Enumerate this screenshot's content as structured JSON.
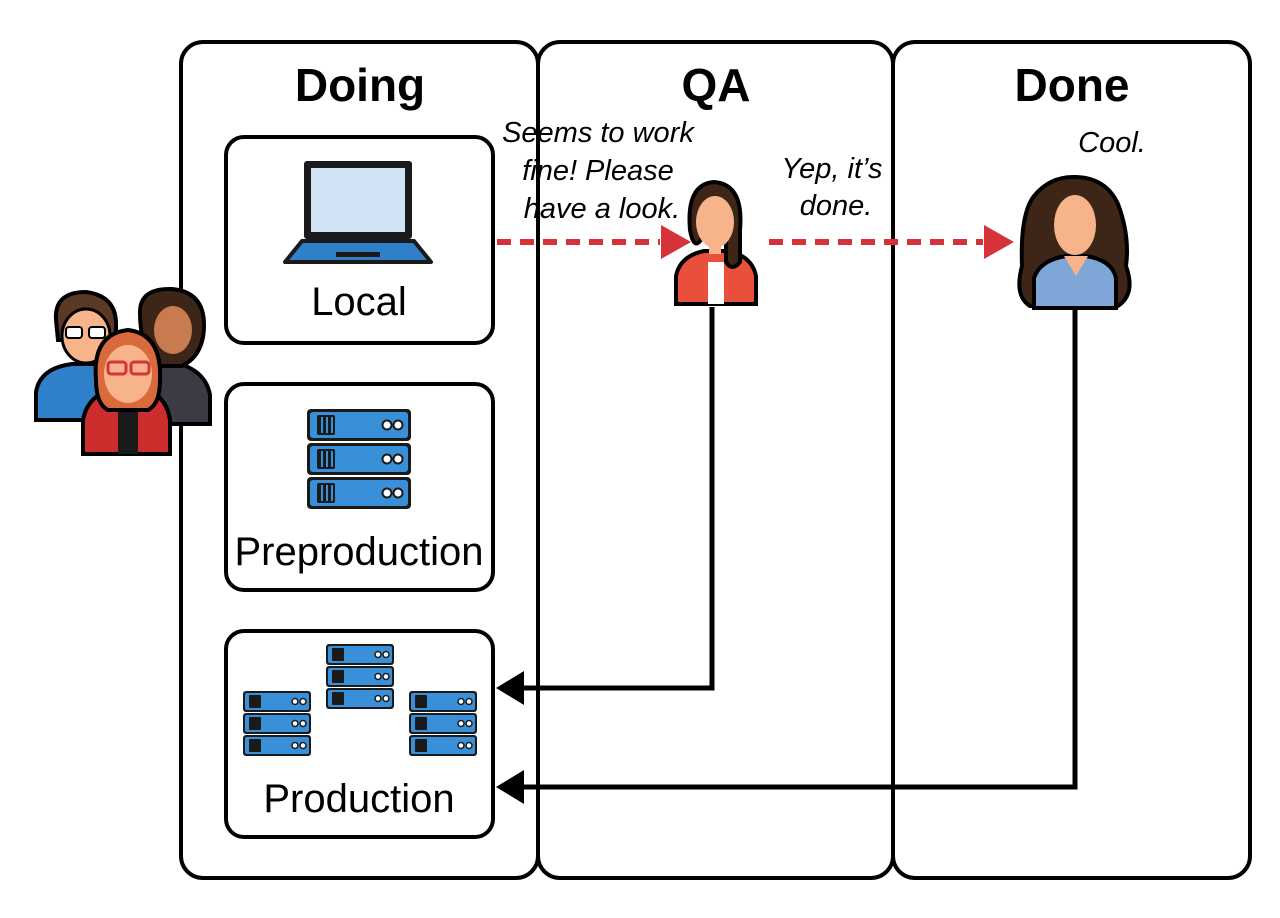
{
  "columns": [
    {
      "title": "Doing"
    },
    {
      "title": "QA"
    },
    {
      "title": "Done"
    }
  ],
  "environments": {
    "local": "Local",
    "preproduction": "Preproduction",
    "production": "Production"
  },
  "speech": {
    "dev_to_qa": [
      "Seems to work",
      "fine! Please",
      "have a look."
    ],
    "qa_to_done": [
      "Yep, it’s",
      "done."
    ],
    "done_reply": "Cool."
  },
  "colors": {
    "handoff_arrow": "#d6323a",
    "server_blue": "#3a8fd9",
    "laptop_blue": "#2f80c8",
    "shirt_red": "#e8503c",
    "shirt_blue": "#7ea6d6",
    "skin": "#f7b48a",
    "hair_dark": "#3d2618"
  },
  "icons": {
    "team": "developer-team-icon",
    "laptop": "laptop-icon",
    "server": "server-rack-icon",
    "qa_person": "qa-tester-icon",
    "done_person": "product-owner-icon"
  }
}
